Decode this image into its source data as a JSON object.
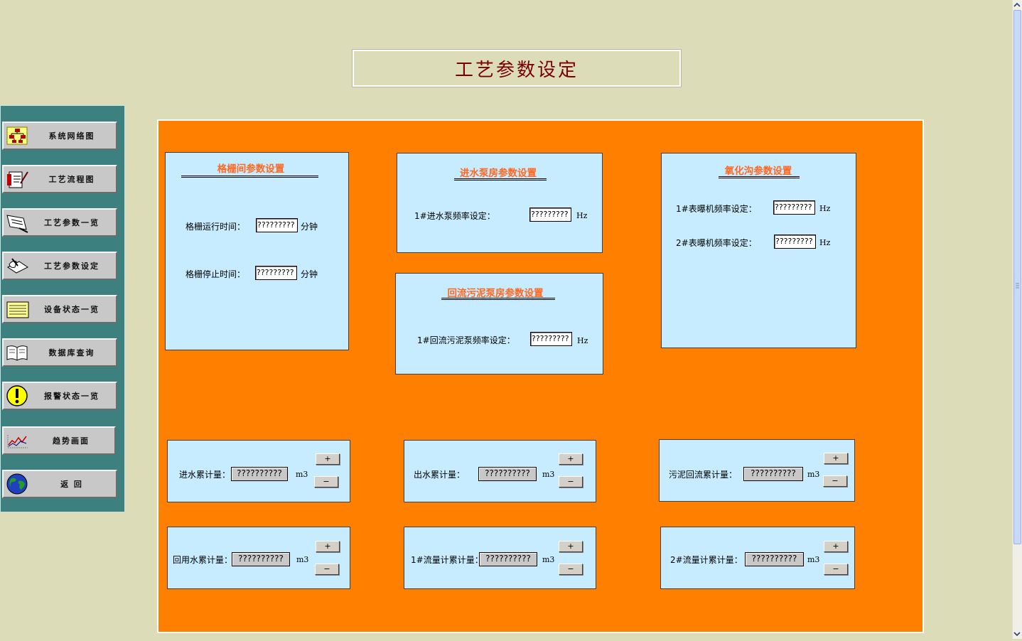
{
  "title": "工艺参数设定",
  "sidebar": {
    "items": [
      {
        "label": "系统网络图",
        "icon": "network-icon"
      },
      {
        "label": "工艺流程图",
        "icon": "flowchart-icon"
      },
      {
        "label": "工艺参数一览",
        "icon": "document-list-icon"
      },
      {
        "label": "工艺参数设定",
        "icon": "hand-writing-icon"
      },
      {
        "label": "设备状态一览",
        "icon": "notepad-icon"
      },
      {
        "label": "数据库查询",
        "icon": "book-icon"
      },
      {
        "label": "报警状态一览",
        "icon": "alert-icon"
      },
      {
        "label": "趋势画面",
        "icon": "trend-chart-icon"
      },
      {
        "label": "返  回",
        "icon": "globe-icon"
      }
    ]
  },
  "grille": {
    "heading": "格栅间参数设置",
    "run_label": "格栅运行时间：",
    "run_value": "?????????",
    "run_unit": "分钟",
    "stop_label": "格栅停止时间：",
    "stop_value": "?????????",
    "stop_unit": "分钟"
  },
  "inlet_pump": {
    "heading": "进水泵房参数设置",
    "label": "1#进水泵频率设定：",
    "value": "?????????",
    "unit": "Hz"
  },
  "return_pump": {
    "heading": "回流污泥泵房参数设置",
    "label": "1#回流污泥泵频率设定：",
    "value": "?????????",
    "unit": "Hz"
  },
  "oxidation": {
    "heading": "氧化沟参数设置",
    "aerator1_label": "1#表曝机频率设定：",
    "aerator1_value": "?????????",
    "aerator1_unit": "Hz",
    "aerator2_label": "2#表曝机频率设定：",
    "aerator2_value": "?????????",
    "aerator2_unit": "Hz"
  },
  "counters": [
    {
      "label": "进水累计量：",
      "value": "??????????",
      "unit": "m3",
      "plus": "+",
      "minus": "−"
    },
    {
      "label": "出水累计量：",
      "value": "??????????",
      "unit": "m3",
      "plus": "+",
      "minus": "−"
    },
    {
      "label": "污泥回流累计量：",
      "value": "??????????",
      "unit": "m3",
      "plus": "+",
      "minus": "−"
    },
    {
      "label": "回用水累计量：",
      "value": "??????????",
      "unit": "m3",
      "plus": "+",
      "minus": "−"
    },
    {
      "label": "1#流量计累计量：",
      "value": "??????????",
      "unit": "m3",
      "plus": "+",
      "minus": "−"
    },
    {
      "label": "2#流量计累计量：",
      "value": "??????????",
      "unit": "m3",
      "plus": "+",
      "minus": "−"
    }
  ]
}
